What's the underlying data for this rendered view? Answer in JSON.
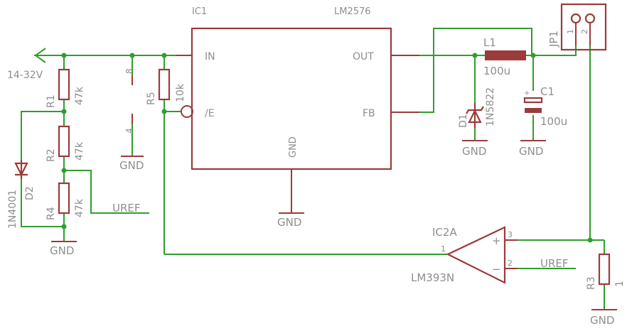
{
  "colors": {
    "wire": "#2f9e2f",
    "part": "#9b3b3b",
    "text": "#8e8e8e",
    "background": "#ffffff"
  },
  "labels": {
    "ic1_name": "IC1",
    "ic1_value": "LM2576",
    "pin_in": "IN",
    "pin_out": "OUT",
    "pin_e": "/E",
    "pin_fb": "FB",
    "pin_gnd": "GND",
    "pin_8": "8",
    "pin_4": "4",
    "supply_voltage": "14-32V",
    "r1_name": "R1",
    "r1_value": "47k",
    "r2_name": "R2",
    "r2_value": "47k",
    "r4_name": "R4",
    "r4_value": "47k",
    "r5_name": "R5",
    "r5_value": "10k",
    "r3_name": "R3",
    "r3_value": "1",
    "d2_name": "D2",
    "d2_value": "1N4001",
    "d1_name": "D1",
    "d1_value": "1N5822",
    "l1_name": "L1",
    "l1_value": "100u",
    "c1_name": "C1",
    "c1_value": "100u",
    "c1_plus": "+",
    "jp1_name": "JP1",
    "jp1_pin1": "1",
    "jp1_pin2": "2",
    "ic2_name": "IC2A",
    "ic2_value": "LM393N",
    "ic2_pin1": "1",
    "ic2_pin2": "2",
    "ic2_pin3": "3",
    "ic2_plus": "+",
    "ic2_minus": "−",
    "uref_left": "UREF",
    "uref_right": "UREF",
    "gnd_ic1_left": "GND",
    "gnd_ic1": "GND",
    "gnd_divider": "GND",
    "gnd_d1": "GND",
    "gnd_c1": "GND",
    "gnd_r3": "GND"
  }
}
